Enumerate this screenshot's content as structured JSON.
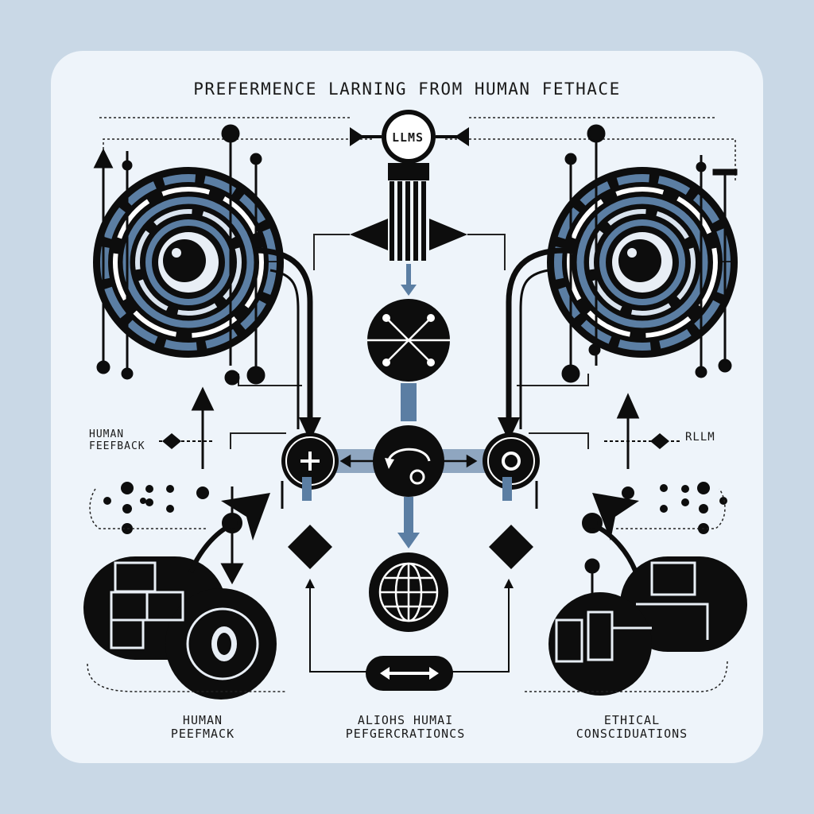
{
  "title": "PREFERMENCE LARNING FROM HUMAN FETHACE",
  "center_node": "LLMS",
  "side_labels": {
    "left": "HUMAN\nFEEFBACK",
    "right": "RLLM"
  },
  "bottom_labels": {
    "left": "HUMAN\nPEEFMACK",
    "middle": "ALIOHS HUMAI\nPEFGERCRATIONCS",
    "right": "ETHICAL\nCONSCIDUATIONS"
  },
  "colors": {
    "background": "#c9d8e6",
    "card": "#eef4fa",
    "ink": "#0d0d0d",
    "accent_blue": "#5b7ea3"
  },
  "icons": [
    "spiral-eye-icon",
    "network-node-icon",
    "plus-icon",
    "cycle-icon",
    "ring-icon",
    "globe-icon",
    "diamond-icon",
    "puzzle-icon",
    "double-arrow-icon"
  ]
}
